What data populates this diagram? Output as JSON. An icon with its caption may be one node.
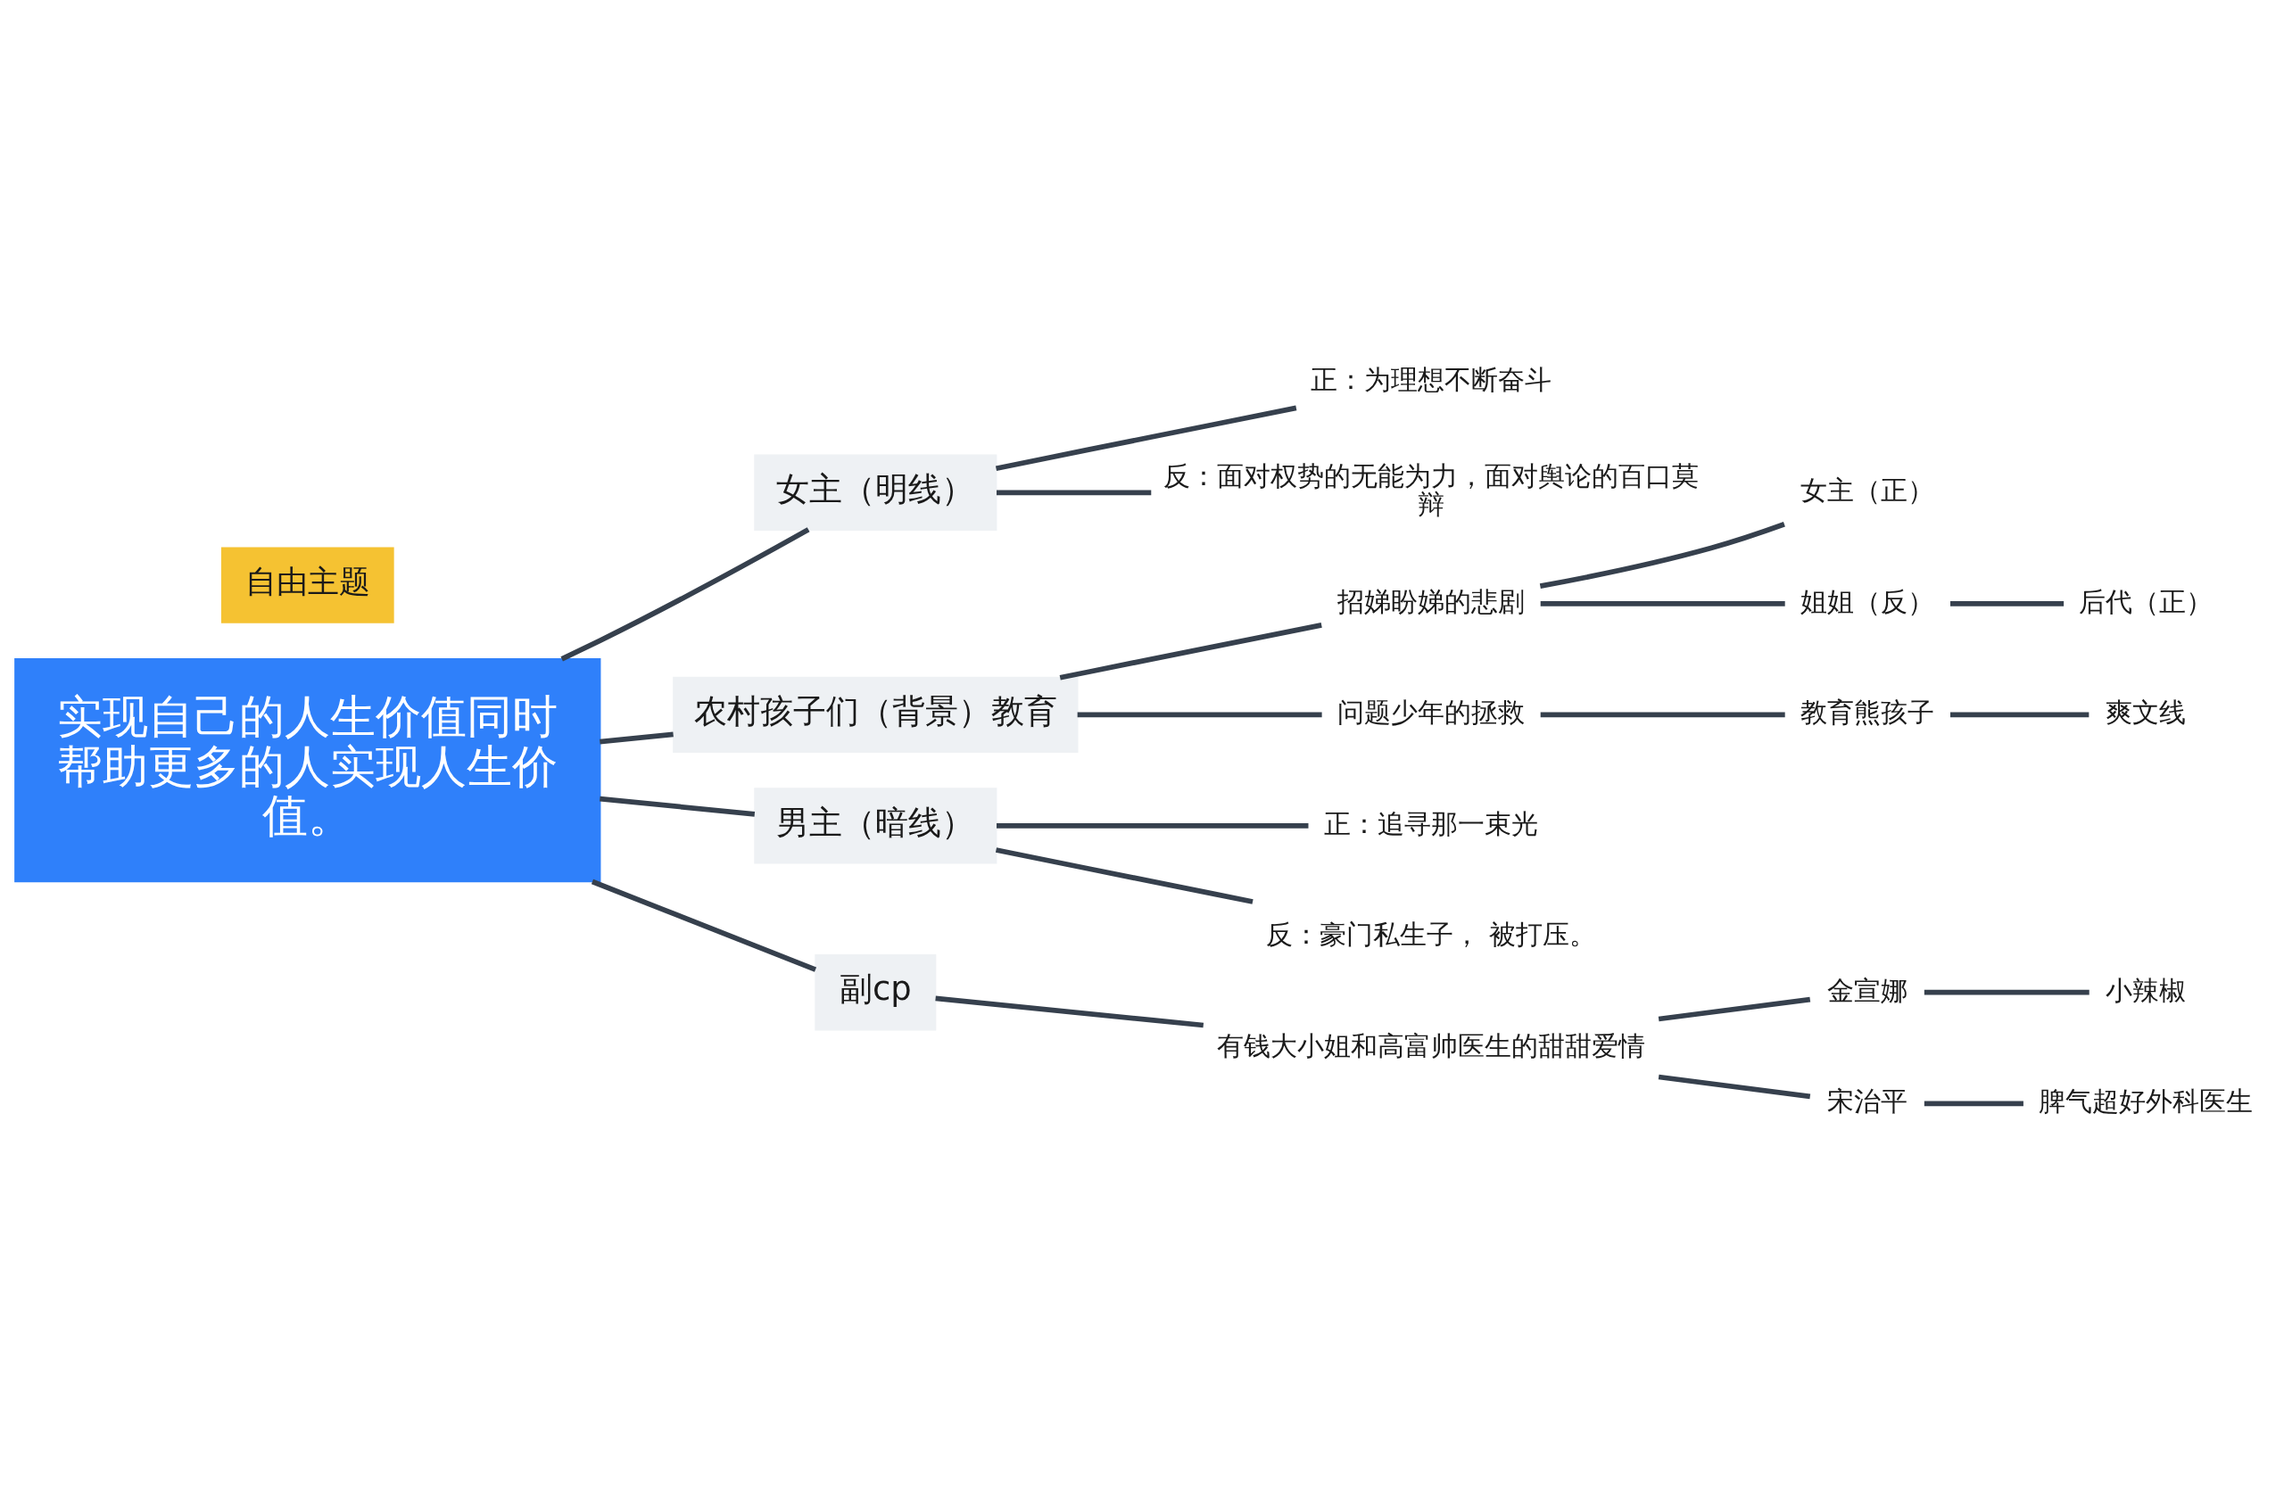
{
  "diagram": {
    "nodes": [
      {
        "text": [
          "实现自己的人生价值同时帮助更多的人实现人生价值。"
        ]
      },
      {
        "text": [
          "女主（明线）"
        ]
      },
      {
        "text": [
          "正：为理想不断奋斗"
        ]
      },
      {
        "text": [
          "反：面对权势的无能为力，面对舆论的百口莫辩"
        ]
      },
      {
        "text": [
          "农村孩子们（背景）教育"
        ]
      },
      {
        "text": [
          "招娣盼娣的悲剧"
        ]
      },
      {
        "text": [
          "女主（正）"
        ]
      },
      {
        "text": [
          "姐姐（反）"
        ]
      },
      {
        "text": [
          "后代（正）"
        ]
      },
      {
        "text": [
          "问题少年的拯救"
        ]
      },
      {
        "text": [
          "教育熊孩子"
        ]
      },
      {
        "text": [
          "爽文线"
        ]
      },
      {
        "text": [
          "男主（暗线）"
        ]
      },
      {
        "text": [
          "正：追寻那一束光"
        ]
      },
      {
        "text": [
          "反：豪门私生子， 被打压。"
        ]
      },
      {
        "text": [
          "副cp"
        ]
      },
      {
        "text": [
          "有钱大小姐和高富帅医生的甜甜爱情"
        ]
      },
      {
        "text": [
          "金宣娜"
        ]
      },
      {
        "text": [
          "小辣椒"
        ]
      },
      {
        "text": [
          "宋治平"
        ]
      },
      {
        "text": [
          "脾气超好外科医生"
        ]
      },
      {
        "text": [
          "自由主题"
        ]
      }
    ],
    "edges": [
      {
        "from": 0,
        "to": 1,
        "arrow": "none"
      },
      {
        "from": 1,
        "to": 2,
        "arrow": "none"
      },
      {
        "from": 1,
        "to": 3,
        "arrow": "none"
      },
      {
        "from": 0,
        "to": 4,
        "arrow": "none"
      },
      {
        "from": 4,
        "to": 5,
        "arrow": "none"
      },
      {
        "from": 5,
        "to": 6,
        "arrow": "none"
      },
      {
        "from": 5,
        "to": 7,
        "arrow": "none"
      },
      {
        "from": 7,
        "to": 8,
        "arrow": "none"
      },
      {
        "from": 4,
        "to": 9,
        "arrow": "none"
      },
      {
        "from": 9,
        "to": 10,
        "arrow": "none"
      },
      {
        "from": 10,
        "to": 11,
        "arrow": "none"
      },
      {
        "from": 0,
        "to": 12,
        "arrow": "none"
      },
      {
        "from": 12,
        "to": 13,
        "arrow": "none"
      },
      {
        "from": 12,
        "to": 14,
        "arrow": "none"
      },
      {
        "from": 0,
        "to": 15,
        "arrow": "none"
      },
      {
        "from": 15,
        "to": 16,
        "arrow": "none"
      },
      {
        "from": 16,
        "to": 17,
        "arrow": "none"
      },
      {
        "from": 17,
        "to": 18,
        "arrow": "none"
      },
      {
        "from": 16,
        "to": 19,
        "arrow": "none"
      },
      {
        "from": 19,
        "to": 20,
        "arrow": "none"
      }
    ]
  }
}
